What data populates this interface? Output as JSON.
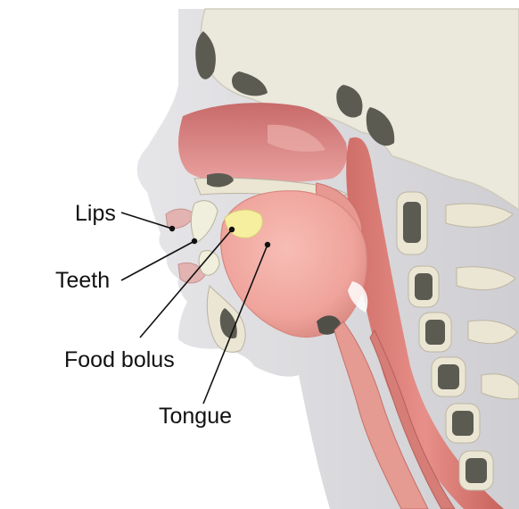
{
  "diagram": {
    "labels": [
      {
        "id": "lips",
        "text": "Lips"
      },
      {
        "id": "teeth",
        "text": "Teeth"
      },
      {
        "id": "food_bolus",
        "text": "Food bolus"
      },
      {
        "id": "tongue",
        "text": "Tongue"
      }
    ],
    "colors": {
      "background": "#ffffff",
      "head_silhouette": "#dcdbde",
      "skull_bone": "#e9e6da",
      "bone_marrow": "#5a5a52",
      "nasal_cavity": "#d87978",
      "tongue": "#f2a9a2",
      "pharynx": "#d97770",
      "food_bolus": "#f5ee9f",
      "label_text": "#111111"
    }
  }
}
